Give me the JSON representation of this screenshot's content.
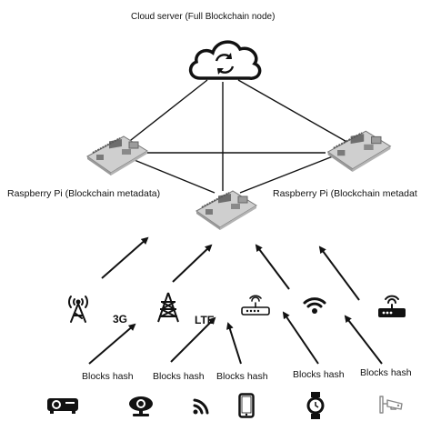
{
  "cloud": {
    "label": "Cloud server (Full Blockchain node)",
    "icon": "cloud-sync-icon"
  },
  "nodes": {
    "left_label": "Raspberry Pi (Blockchain metadata)",
    "right_label": "Raspberry Pi (Blockchain metadat",
    "icon": "raspberry-pi-board-icon"
  },
  "connectivity": {
    "label_3g": "3G",
    "label_lte": "LTE",
    "icons": [
      "cell-tower-icon",
      "cell-tower-icon",
      "router-icon",
      "wifi-icon",
      "modem-icon"
    ]
  },
  "edge": {
    "hash_labels": [
      "Blocks hash",
      "Blocks hash",
      "Blocks hash",
      "Blocks hash",
      "Blocks hash"
    ],
    "devices": [
      "projector-icon",
      "webcam-icon",
      "wireless-signal-icon",
      "smartphone-icon",
      "smartwatch-icon",
      "security-camera-icon"
    ]
  },
  "colors": {
    "line": "#111111",
    "board": "#8a8a8a"
  }
}
